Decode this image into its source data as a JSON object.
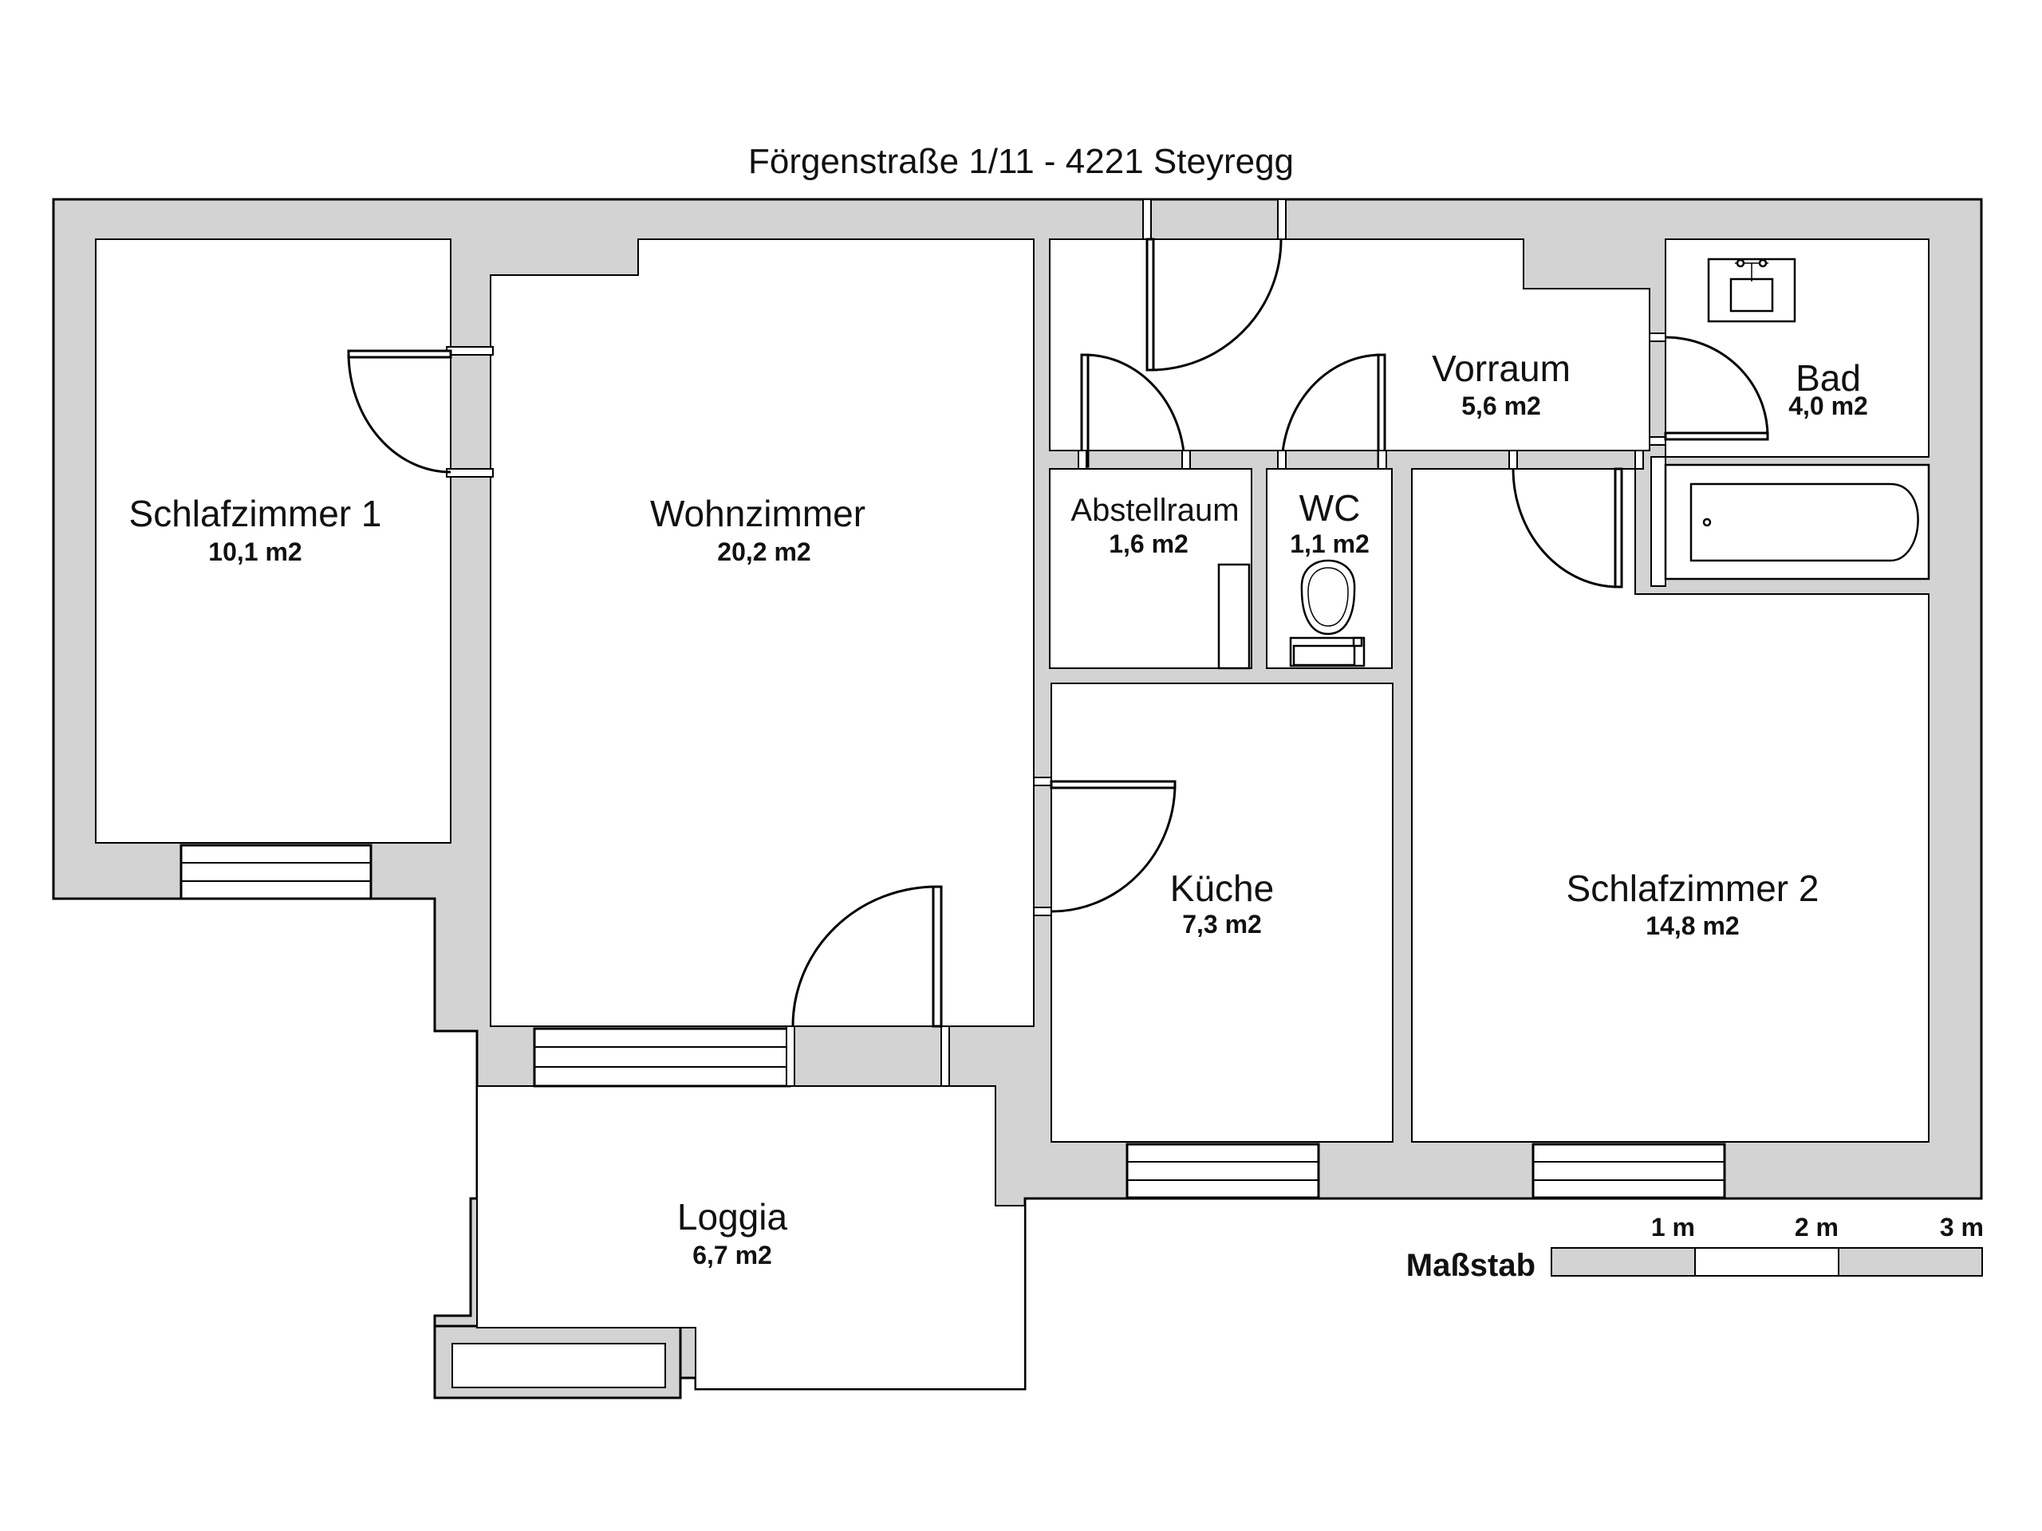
{
  "title": "Förgenstraße 1/11 - 4221 Steyregg",
  "rooms": [
    {
      "name": "Schlafzimmer 1",
      "area": "10,1 m2"
    },
    {
      "name": "Wohnzimmer",
      "area": "20,2 m2"
    },
    {
      "name": "Abstellraum",
      "area": "1,6 m2"
    },
    {
      "name": "WC",
      "area": "1,1 m2"
    },
    {
      "name": "Vorraum",
      "area": "5,6 m2"
    },
    {
      "name": "Bad",
      "area": "4,0 m2"
    },
    {
      "name": "Küche",
      "area": "7,3 m2"
    },
    {
      "name": "Schlafzimmer 2",
      "area": "14,8 m2"
    },
    {
      "name": "Loggia",
      "area": "6,7 m2"
    }
  ],
  "scale": {
    "label": "Maßstab",
    "ticks": [
      "1 m",
      "2 m",
      "3 m"
    ]
  },
  "colors": {
    "wall": "#d3d3d3",
    "room": "#ffffff",
    "line": "#000000"
  }
}
